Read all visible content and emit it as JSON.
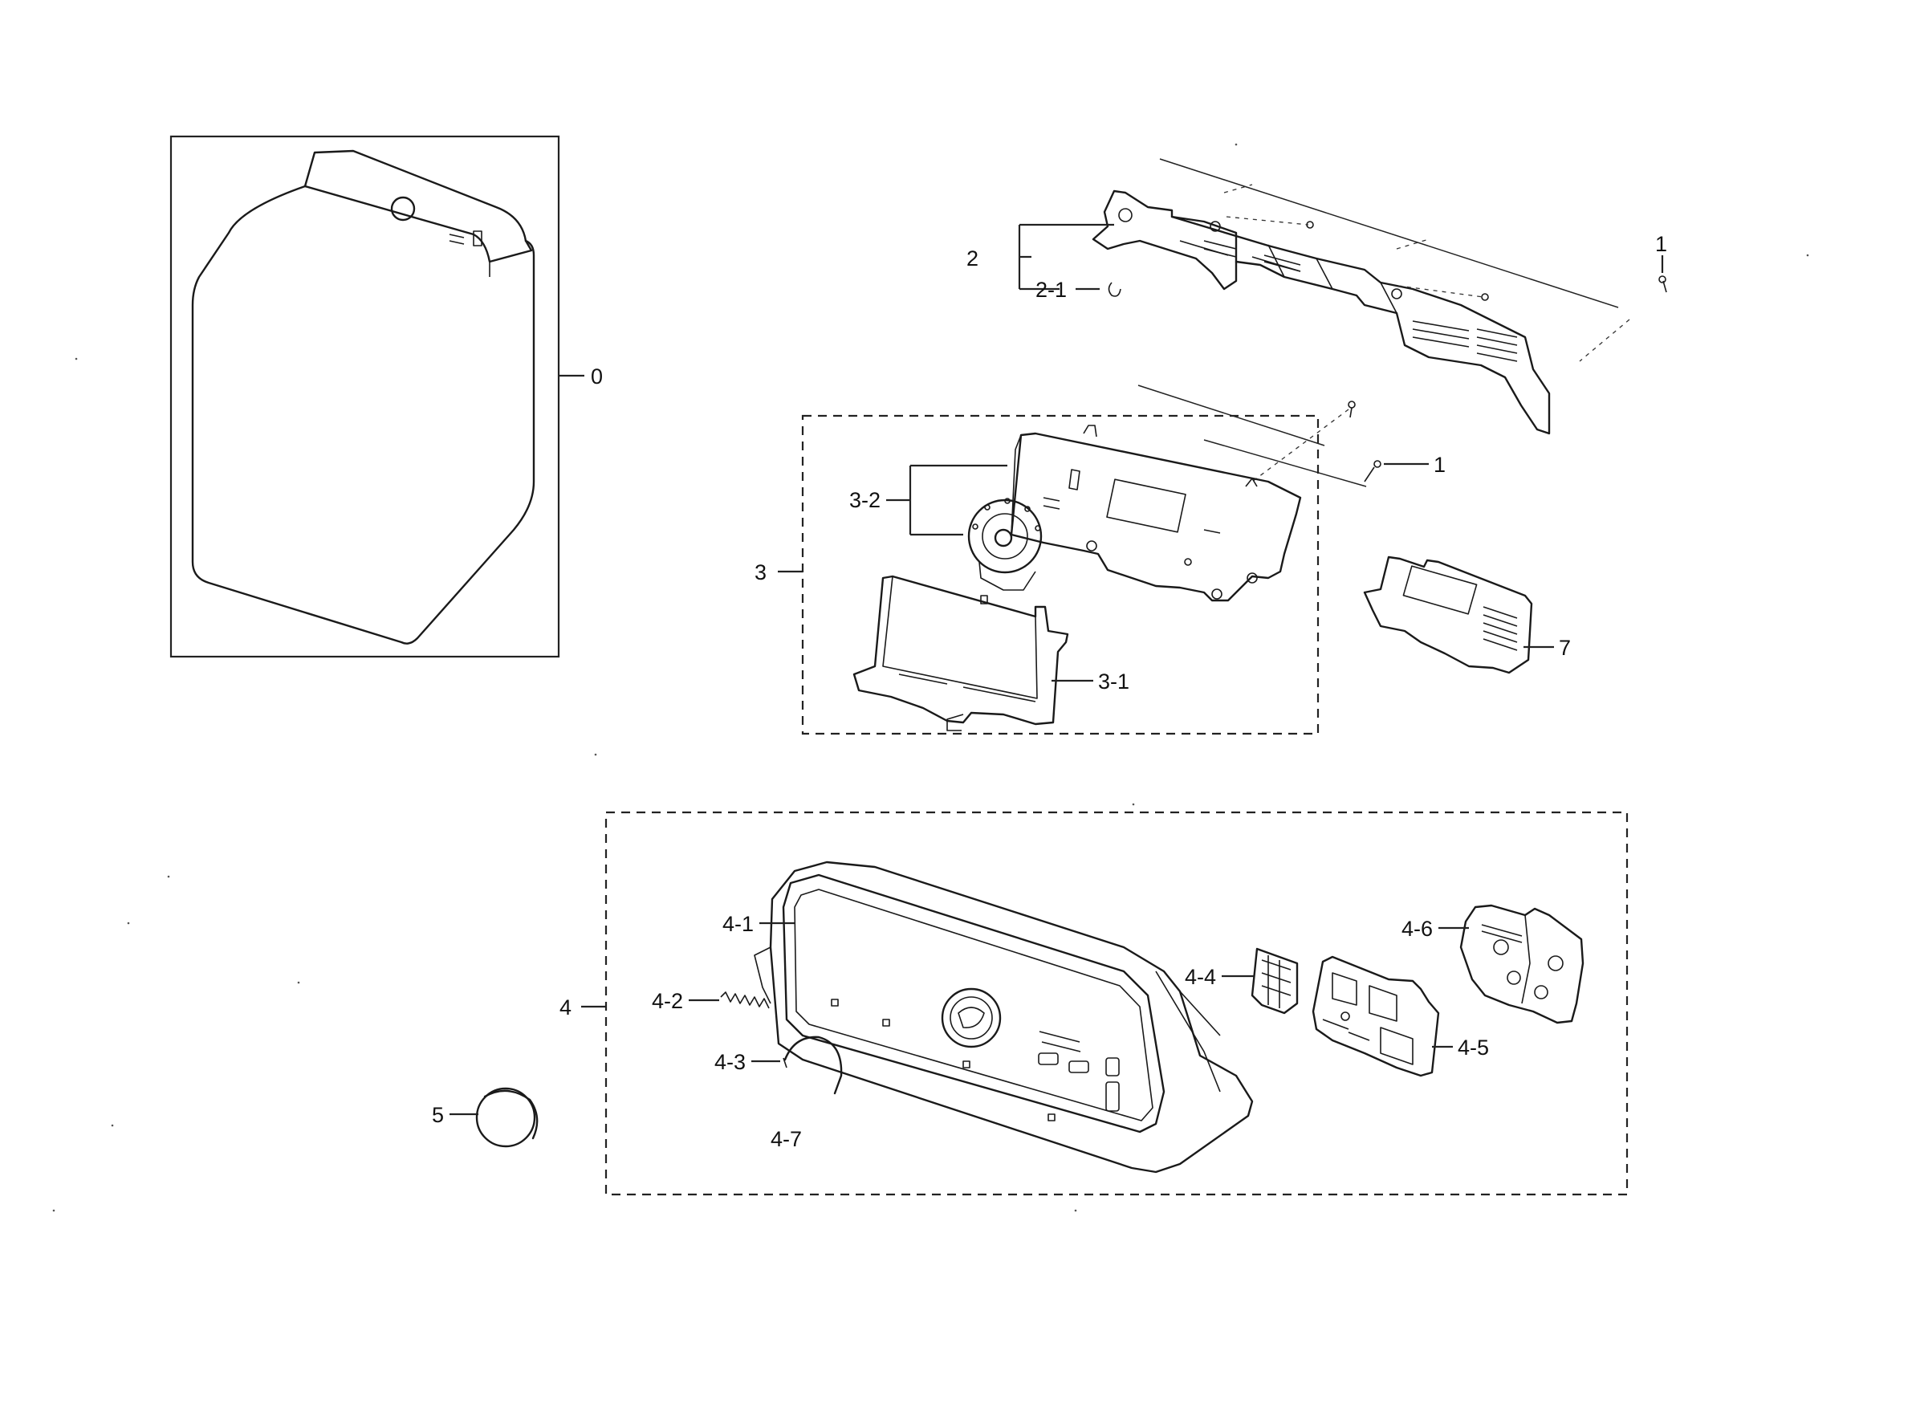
{
  "diagram": {
    "callouts": {
      "c0": "0",
      "c1_top": "1",
      "c1_mid": "1",
      "c2": "2",
      "c2_1": "2-1",
      "c3": "3",
      "c3_1": "3-1",
      "c3_2": "3-2",
      "c4": "4",
      "c4_1": "4-1",
      "c4_2": "4-2",
      "c4_3": "4-3",
      "c4_4": "4-4",
      "c4_5": "4-5",
      "c4_6": "4-6",
      "c4_7": "4-7",
      "c5": "5",
      "c7": "7"
    }
  }
}
